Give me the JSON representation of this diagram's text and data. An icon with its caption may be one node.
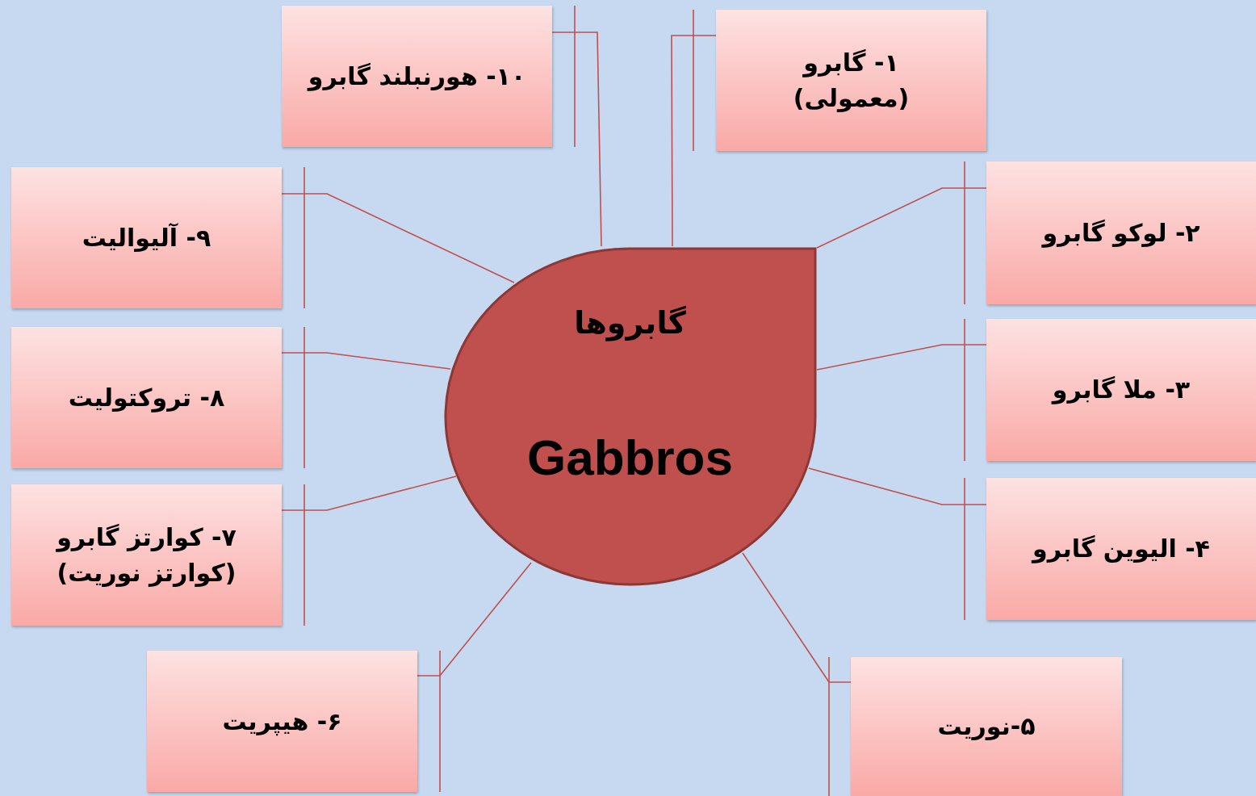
{
  "diagram": {
    "nodes": [
      {
        "text": [
          "گابروها",
          "Gabbros"
        ]
      },
      {
        "text": [
          "۱- گابرو (معمولی)"
        ]
      },
      {
        "text": [
          "۲- لوکو گابرو"
        ]
      },
      {
        "text": [
          "۳- ملا گابرو"
        ]
      },
      {
        "text": [
          "۴- الیوین گابرو"
        ]
      },
      {
        "text": [
          "۵-نوریت"
        ]
      },
      {
        "text": [
          "۶- هیپریت"
        ]
      },
      {
        "text": [
          "۷- کوارتز گابرو (کوارتز نوریت)"
        ]
      },
      {
        "text": [
          "۸- تروکتولیت"
        ]
      },
      {
        "text": [
          "۹- آلیوالیت"
        ]
      },
      {
        "text": [
          "۱۰- هورنبلند گابرو"
        ]
      }
    ],
    "edges": [
      {
        "from": 0,
        "to": 1,
        "arrow": "none"
      },
      {
        "from": 0,
        "to": 2,
        "arrow": "none"
      },
      {
        "from": 0,
        "to": 3,
        "arrow": "none"
      },
      {
        "from": 0,
        "to": 4,
        "arrow": "none"
      },
      {
        "from": 0,
        "to": 5,
        "arrow": "none"
      },
      {
        "from": 0,
        "to": 6,
        "arrow": "none"
      },
      {
        "from": 0,
        "to": 7,
        "arrow": "none"
      },
      {
        "from": 0,
        "to": 8,
        "arrow": "none"
      },
      {
        "from": 0,
        "to": 9,
        "arrow": "none"
      },
      {
        "from": 0,
        "to": 10,
        "arrow": "none"
      }
    ]
  }
}
